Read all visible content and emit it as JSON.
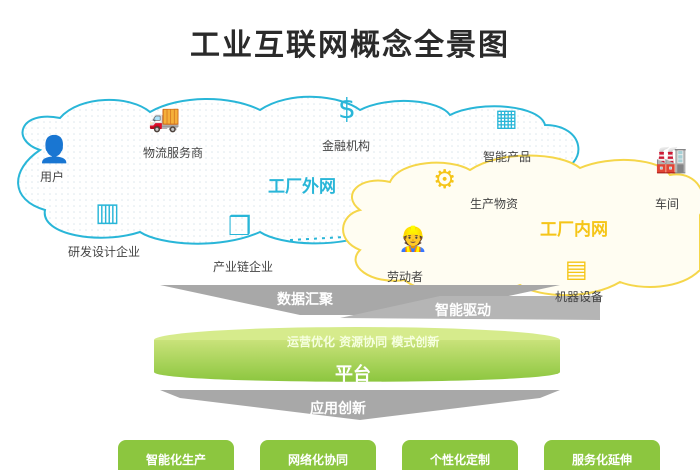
{
  "title": "工业互联网概念全景图",
  "external_network": {
    "label": "工厂外网",
    "nodes": [
      {
        "label": "用户",
        "icon": "user-icon"
      },
      {
        "label": "物流服务商",
        "icon": "truck-icon"
      },
      {
        "label": "金融机构",
        "icon": "dollar-icon"
      },
      {
        "label": "智能产品",
        "icon": "smart-product-icon"
      },
      {
        "label": "研发设计企业",
        "icon": "buildings-icon"
      },
      {
        "label": "产业链企业",
        "icon": "cubes-icon"
      }
    ]
  },
  "internal_network": {
    "label": "工厂内网",
    "nodes": [
      {
        "label": "生产物资",
        "icon": "gears-icon"
      },
      {
        "label": "车间",
        "icon": "factory-icon"
      },
      {
        "label": "劳动者",
        "icon": "worker-icon"
      },
      {
        "label": "机器设备",
        "icon": "machine-icon"
      }
    ]
  },
  "flows": {
    "data_aggregation": "数据汇聚",
    "smart_drive": "智能驱动",
    "app_innovation": "应用创新"
  },
  "platform": {
    "label": "平台",
    "subtitle": "运营优化 资源协同 模式创新"
  },
  "applications": [
    "智能化生产",
    "网络化协同",
    "个性化定制",
    "服务化延伸"
  ],
  "colors": {
    "blue": "#29b6d8",
    "yellow": "#f5c518",
    "green": "#8cc63f",
    "gray": "#a8a8a8"
  }
}
